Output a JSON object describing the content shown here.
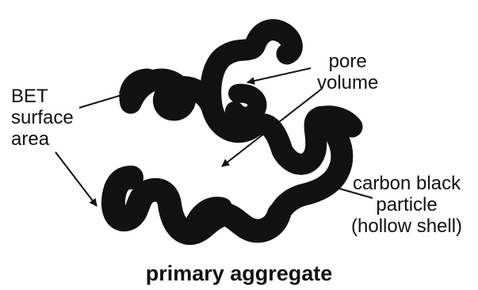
{
  "labels": {
    "bet_surface_area": [
      "BET",
      "surface",
      "area"
    ],
    "pore_volume": [
      "pore",
      "volume"
    ],
    "carbon_black_particle": [
      "carbon black",
      "particle",
      "(hollow shell)"
    ]
  },
  "caption": "primary aggregate",
  "colors": {
    "ink": "#111111",
    "background": "#ffffff"
  }
}
